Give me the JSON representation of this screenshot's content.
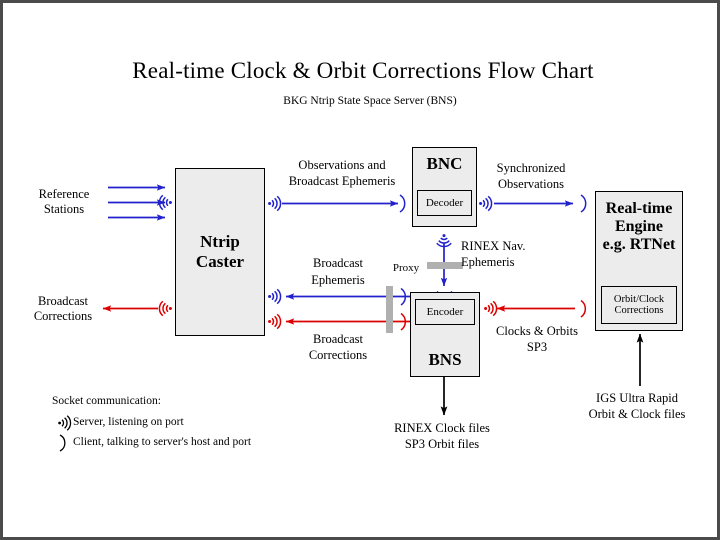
{
  "page": {
    "title": "Real-time Clock & Orbit Corrections Flow Chart",
    "subtitle": "BKG Ntrip State Space Server  (BNS)",
    "border_color": "#4b4b4b",
    "background": "#ffffff"
  },
  "colors": {
    "blue": "#2222cc",
    "red": "#dd0000",
    "black": "#000000",
    "box_fill": "#ececec",
    "proxy_bar": "#b0b0b0"
  },
  "boxes": {
    "ntrip_caster": {
      "label": "Ntrip\nCaster",
      "line1": "Ntrip",
      "line2": "Caster"
    },
    "bnc": {
      "label": "BNC",
      "sub_label": "Decoder"
    },
    "bns": {
      "label": "BNS",
      "sub_label": "Encoder"
    },
    "rt_engine": {
      "line1": "Real-time",
      "line2": "Engine",
      "line3": "e.g. RTNet",
      "sub_line1": "Orbit/Clock",
      "sub_line2": "Corrections"
    }
  },
  "labels": {
    "reference_stations_1": "Reference",
    "reference_stations_2": "Stations",
    "broadcast_corrections_left_1": "Broadcast",
    "broadcast_corrections_left_2": "Corrections",
    "observations_1": "Observations and",
    "observations_2": "Broadcast Ephemeris",
    "synchronized_1": "Synchronized",
    "synchronized_2": "Observations",
    "broadcast_ephemeris_1": "Broadcast",
    "broadcast_ephemeris_2": "Ephemeris",
    "broadcast_corrections_mid_1": "Broadcast",
    "broadcast_corrections_mid_2": "Corrections",
    "proxy": "Proxy",
    "rinex_nav_1": "RINEX Nav.",
    "rinex_nav_2": "Ephemeris",
    "clocks_orbits_1": "Clocks & Orbits",
    "clocks_orbits_2": "SP3",
    "rinex_files_1": "RINEX Clock files",
    "rinex_files_2": "SP3 Orbit files",
    "igs_1": "IGS Ultra Rapid",
    "igs_2": "Orbit & Clock files"
  },
  "legend": {
    "title": "Socket communication:",
    "server_text": "Server, listening on port",
    "client_text": "Client, talking to server's host and port"
  }
}
